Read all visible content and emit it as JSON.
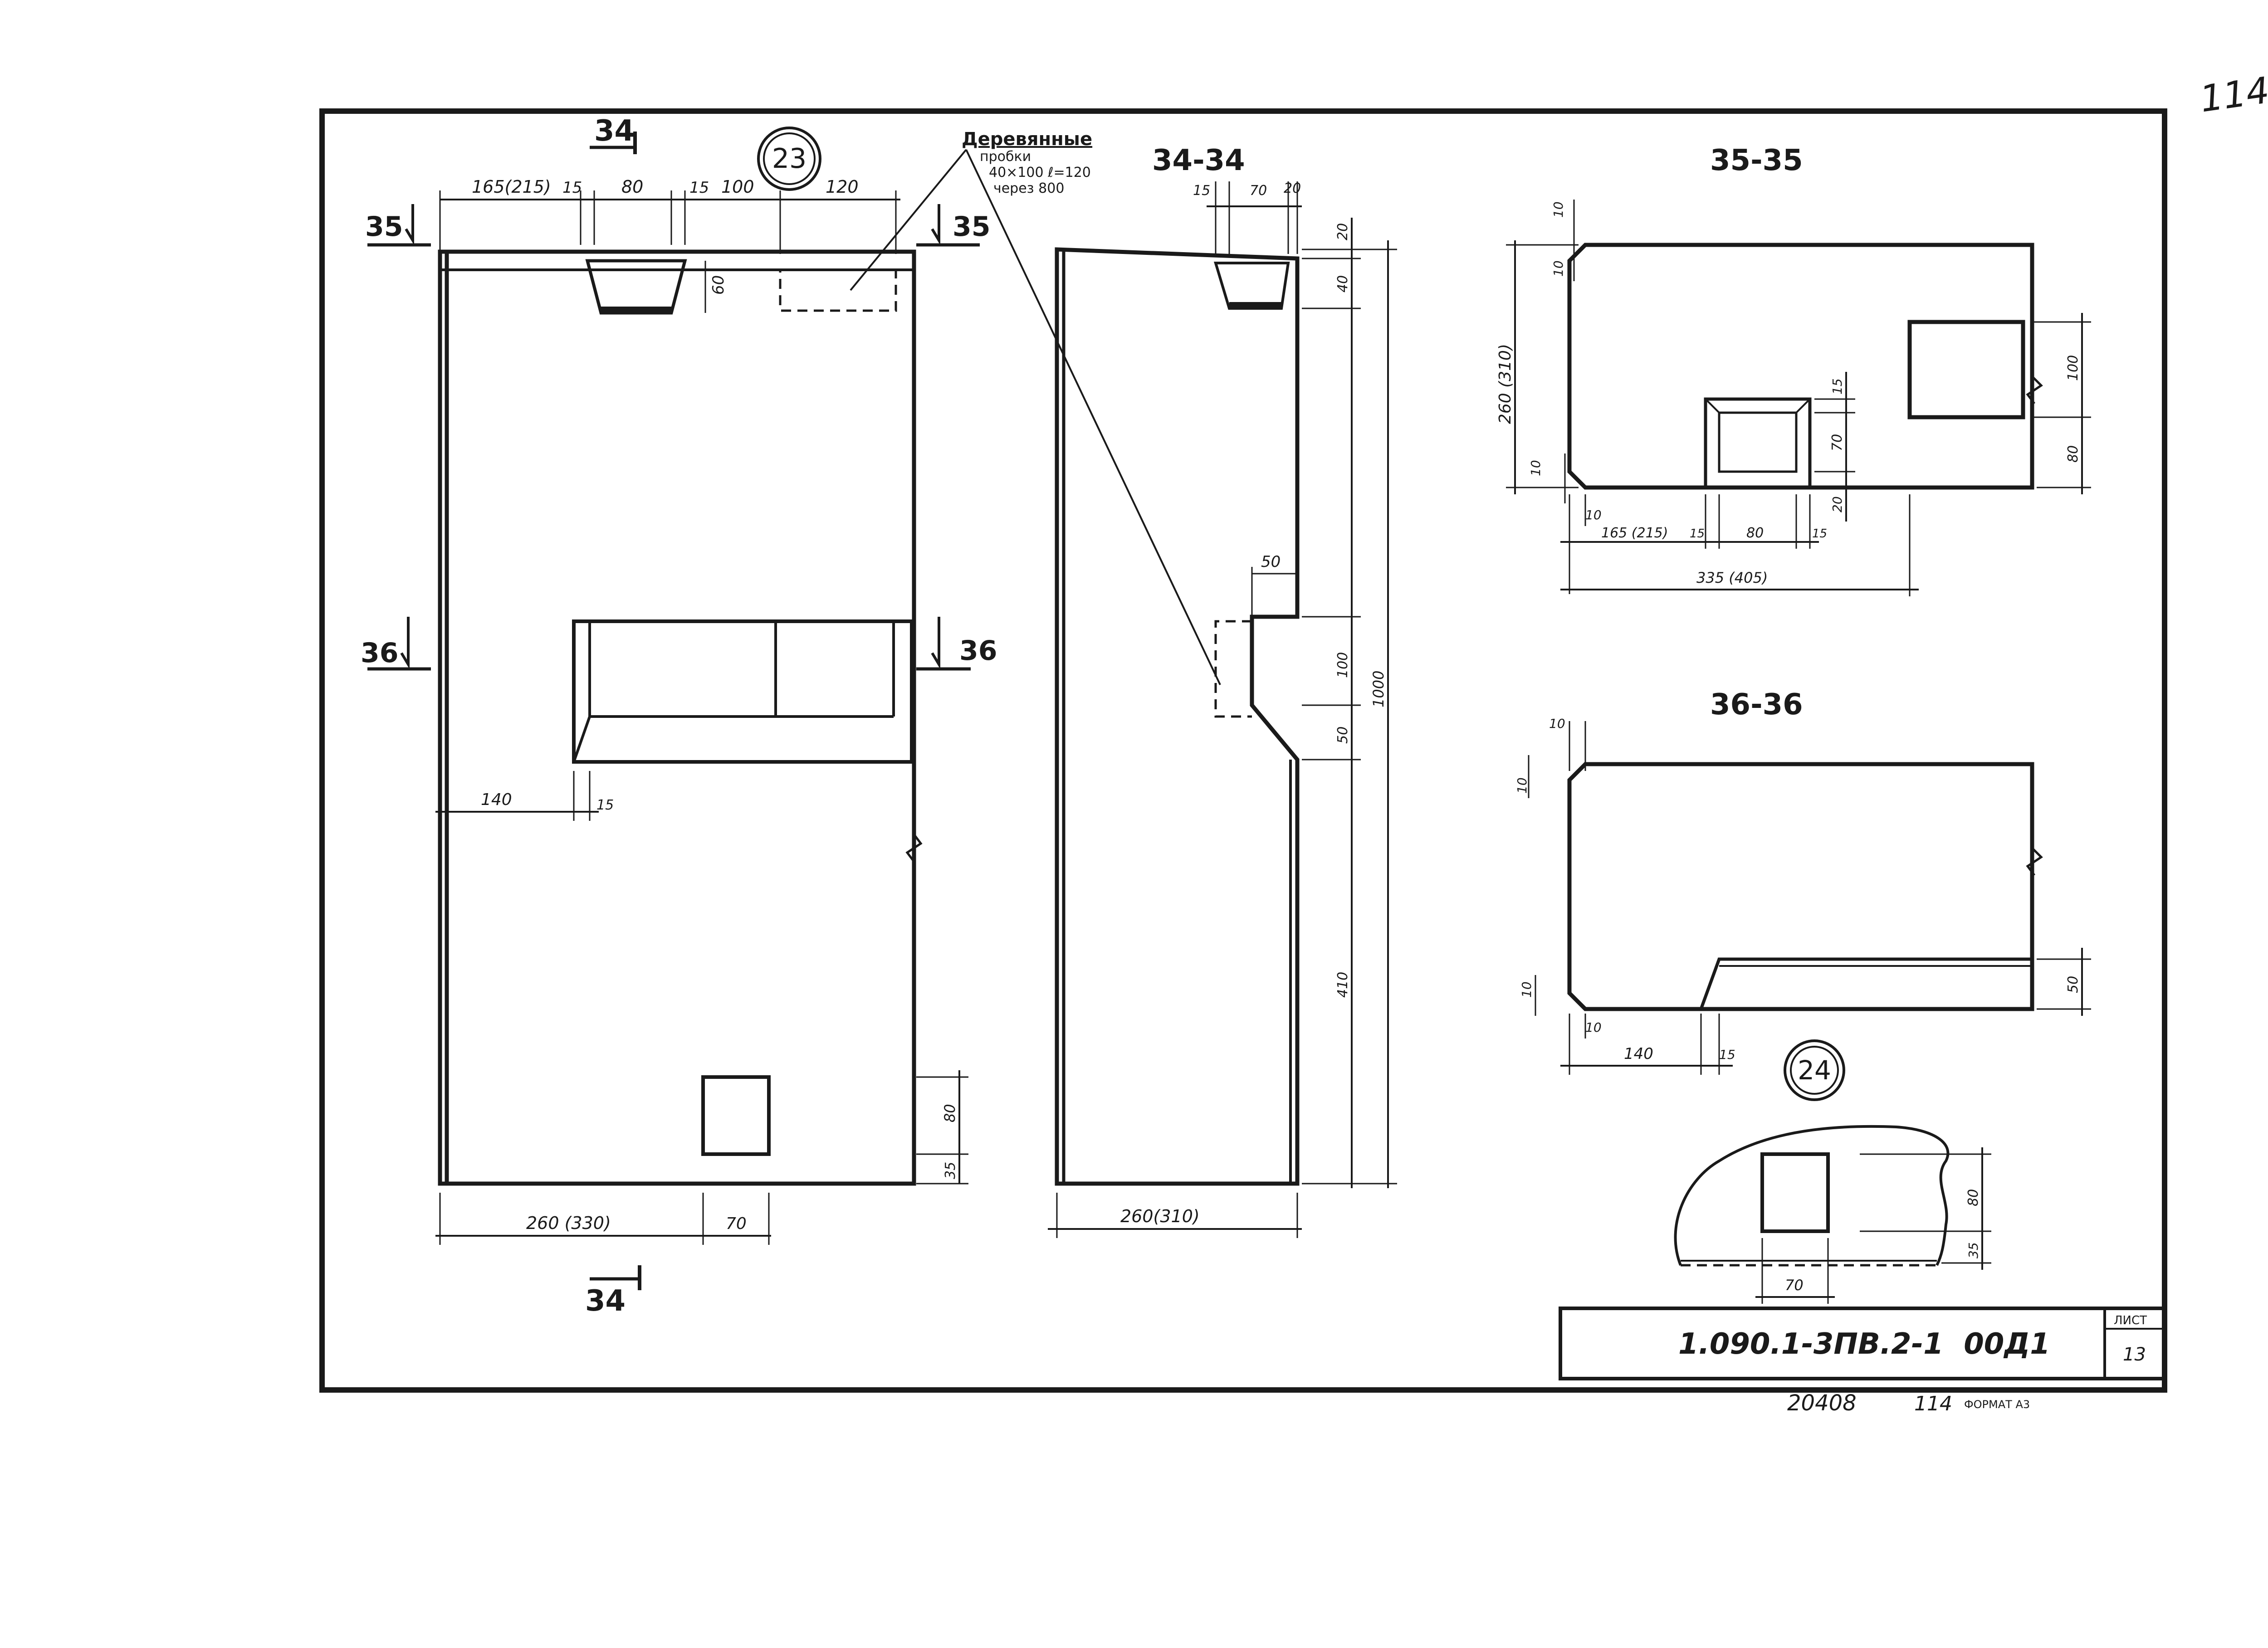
{
  "sheet": {
    "handwritten_page_number": "114",
    "footer_code": "20408",
    "footer_sheet": "114",
    "footer_format": "ФОРМАТ А3"
  },
  "title_block": {
    "designation": "1.090.1-3ПВ.2-1  00Д1",
    "sheet_label": "ЛИСТ",
    "sheet_number": "13"
  },
  "callouts": {
    "node_23": "23",
    "node_24": "24"
  },
  "note": {
    "line1": "Деревянные",
    "line2": "пробки",
    "line3": "40×100  ℓ=120",
    "line4": "через 800"
  },
  "section_marks": {
    "s34_top": "34",
    "s34_bottom": "34",
    "s35_left": "35",
    "s35_right": "35",
    "s36_left": "36",
    "s36_right": "36"
  },
  "section_titles": {
    "sec_34": "34-34",
    "sec_35": "35-35",
    "sec_36": "36-36"
  },
  "elevation_dims": {
    "top_1": "165(215)",
    "top_2": "15",
    "top_3": "80",
    "top_4": "15",
    "top_5": "100",
    "top_6": "120",
    "depth_60": "60",
    "left_140": "140",
    "left_15": "15",
    "right_80": "80",
    "right_35": "35",
    "bottom_260": "260 (330)",
    "bottom_70": "70"
  },
  "section34_dims": {
    "top_15": "15",
    "top_70": "70",
    "top_20": "20",
    "r_20": "20",
    "r_40": "40",
    "step_50": "50",
    "r_100": "100",
    "r_50": "50",
    "r_410": "410",
    "total_1000": "1000",
    "bottom_260": "260(310)"
  },
  "section35_dims": {
    "l_10a": "10",
    "l_10b": "10",
    "l_260": "260 (310)",
    "l_10c": "10",
    "b_10": "10",
    "b_165": "165 (215)",
    "b_15a": "15",
    "b_80": "80",
    "b_15b": "15",
    "b_335": "335 (405)",
    "m_15": "15",
    "m_70": "70",
    "m_20": "20",
    "r_100": "100",
    "r_80": "80"
  },
  "section36_dims": {
    "t_10": "10",
    "l_10a": "10",
    "l_10b": "10",
    "b_10": "10",
    "b_140": "140",
    "b_15": "15",
    "r_50": "50"
  },
  "node24_dims": {
    "r_80": "80",
    "r_35": "35",
    "b_70": "70"
  }
}
